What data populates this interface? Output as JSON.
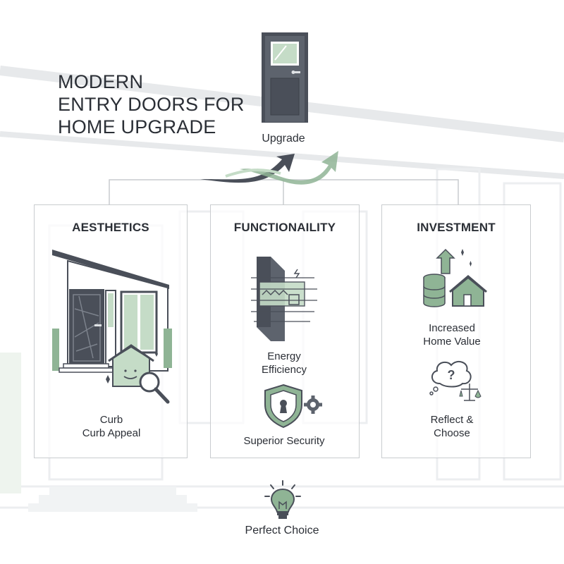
{
  "title": {
    "line1": "MODERN",
    "line2": "ENTRY DOORS FOR",
    "line3": "HOME UPGRADE"
  },
  "top": {
    "label": "Upgrade",
    "icon": "door-icon"
  },
  "columns": [
    {
      "title": "AESTHETICS",
      "caption_line1": "Curb",
      "caption_line2": "Curb Appeal"
    },
    {
      "title": "FUNCTIONAILITY",
      "caption1_line1": "Energy",
      "caption1_line2": "Efficiency",
      "caption2": "Superior Security"
    },
    {
      "title": "INVESTMENT",
      "caption1_line1": "Increased",
      "caption1_line2": "Home Value",
      "caption2_line1": "Reflect &",
      "caption2_line2": "Choose"
    }
  ],
  "bottom": {
    "label": "Perfect Choice",
    "icon": "lightbulb-icon"
  },
  "colors": {
    "dark": "#4a4f59",
    "green": "#8fb495",
    "green_light": "#c5dcc7",
    "line": "#c9cccf"
  }
}
